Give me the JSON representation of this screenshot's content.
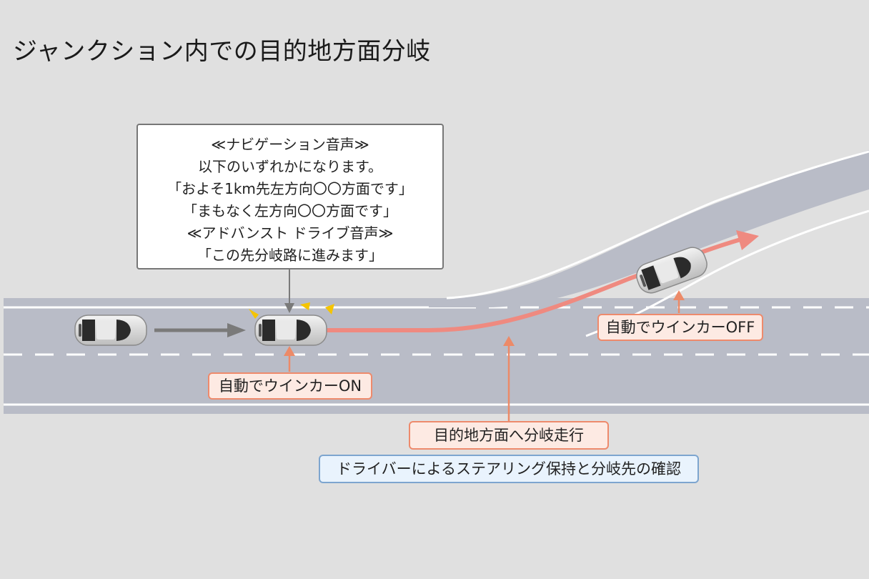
{
  "title": "ジャンクション内での目的地方面分岐",
  "callout": {
    "lines": [
      "≪ナビゲーション音声≫",
      "以下のいずれかになります。",
      "「およそ1km先左方向〇〇方面です」",
      "「まもなく左方向〇〇方面です」",
      "≪アドバンスト ドライブ音声≫",
      "「この先分岐路に進みます」"
    ]
  },
  "labels": {
    "blinker_on": "自動でウインカーON",
    "blinker_off": "自動でウインカーOFF",
    "branch": "目的地方面へ分岐走行",
    "driver": "ドライバーによるステアリング保持と分岐先の確認"
  },
  "colors": {
    "background": "#e0e0e0",
    "road": "#b9bcc7",
    "path": "#ef8a80",
    "arrow_orange": "#ec8a68",
    "blinker": "#f5c400"
  }
}
